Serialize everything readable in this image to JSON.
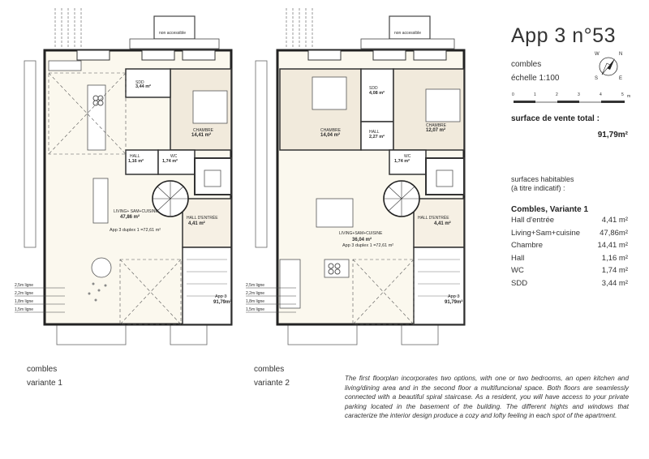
{
  "title": "App 3 n°53",
  "floor_label": "combles",
  "scale_label": "échelle 1:100",
  "scale_ticks": [
    "0",
    "1",
    "2",
    "3",
    "4",
    "5"
  ],
  "scale_unit": "m",
  "compass": {
    "n": "N",
    "e": "E",
    "s": "S",
    "w": "W"
  },
  "surface_vente": {
    "label": "surface de vente total :",
    "value": "91,79m²"
  },
  "surfaces_habitables": {
    "line1": "surfaces habitables",
    "line2": "(à titre indicatif) :"
  },
  "variant_table": {
    "heading": "Combles,  Variante 1",
    "rows": [
      {
        "name": "Hall d'entrée",
        "value": "4,41 m²"
      },
      {
        "name": "Living+Sam+cuisine",
        "value": "47,86m²"
      },
      {
        "name": "Chambre",
        "value": "14,41 m²"
      },
      {
        "name": "Hall",
        "value": "1,16 m²"
      },
      {
        "name": "WC",
        "value": "1,74 m²"
      },
      {
        "name": "SDD",
        "value": "3,44 m²"
      }
    ]
  },
  "plan1": {
    "caption1": "combles",
    "caption2": "variante 1",
    "non_accessible": "non accessible",
    "sdd": "SDD",
    "sdd_area": "3,44 m²",
    "chambre": "CHAMBRE",
    "chambre_area": "14,41 m²",
    "hall": "HALL",
    "hall_area": "1,16 m²",
    "wc": "WC",
    "wc_area": "1,74 m²",
    "living": "LIVING+ SAM+CUISINE",
    "living_area": "47,86 m²",
    "duplex": "App 3 duplex 1 =72,61 m²",
    "hall_entree": "HALL D'ENTRÉE",
    "hall_entree_area": "4,41 m²",
    "app_tag": "App 3",
    "app_tag_area": "91,79m²",
    "lines": [
      "2,5m ligne",
      "2,2m ligne",
      "1,8m ligne",
      "1,5m ligne"
    ]
  },
  "plan2": {
    "caption1": "combles",
    "caption2": "variante 2",
    "non_accessible": "non accessible",
    "sdd": "SDD",
    "sdd_area": "4,08 m²",
    "chambre_a": "CHAMBRE",
    "chambre_a_area": "14,04 m²",
    "chambre_b": "CHAMBRE",
    "chambre_b_area": "12,07 m²",
    "hall": "HALL",
    "hall_area": "2,27 m²",
    "wc": "WC",
    "wc_area": "1,74 m²",
    "living": "LIVING+SAM+CUISINE",
    "living_area": "36,04 m²",
    "duplex": "App 3 duplex 1 =72,61 m²",
    "hall_entree": "HALL D'ENTRÉE",
    "hall_entree_area": "4,41 m²",
    "app_tag": "App 3",
    "app_tag_area": "91,79m²",
    "lines": [
      "2,5m ligne",
      "2,2m ligne",
      "1,8m ligne",
      "1,5m ligne"
    ]
  },
  "description": "The first floorplan incorporates two options, with one or two bedrooms, an open kitchen and living/dining area  and in the second floor a multifuncional space. Both floors are seamlessly connected with a beautiful spiral staircase. As a resident, you will have access to your private parking located in the basement of the building. The different hights and windows that caracterize the interior design produce a cozy and lofty feeling in each spot of the apartment."
}
